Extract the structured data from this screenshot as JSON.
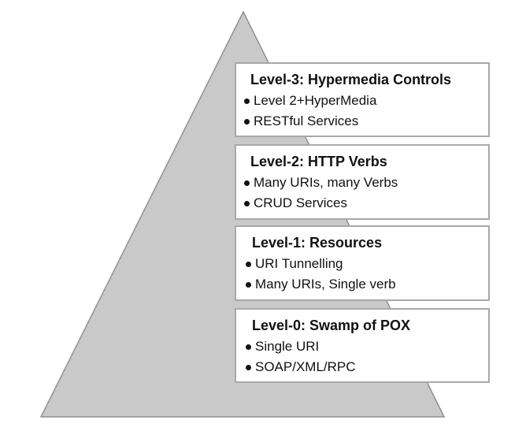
{
  "diagram": {
    "colors": {
      "pyramid_fill": "#c9c9c9",
      "pyramid_stroke": "#8f8f8f",
      "box_border": "#a8a8a8",
      "text": "#111111"
    },
    "levels": [
      {
        "title": "Level-3: Hypermedia Controls",
        "items": [
          "Level 2+HyperMedia",
          "RESTful Services"
        ]
      },
      {
        "title": "Level-2: HTTP Verbs",
        "items": [
          "Many URIs, many Verbs",
          "CRUD Services"
        ]
      },
      {
        "title": "Level-1: Resources",
        "items": [
          "URI Tunnelling",
          "Many URIs, Single verb"
        ]
      },
      {
        "title": "Level-0: Swamp of POX",
        "items": [
          "Single URI",
          "SOAP/XML/RPC"
        ]
      }
    ]
  }
}
